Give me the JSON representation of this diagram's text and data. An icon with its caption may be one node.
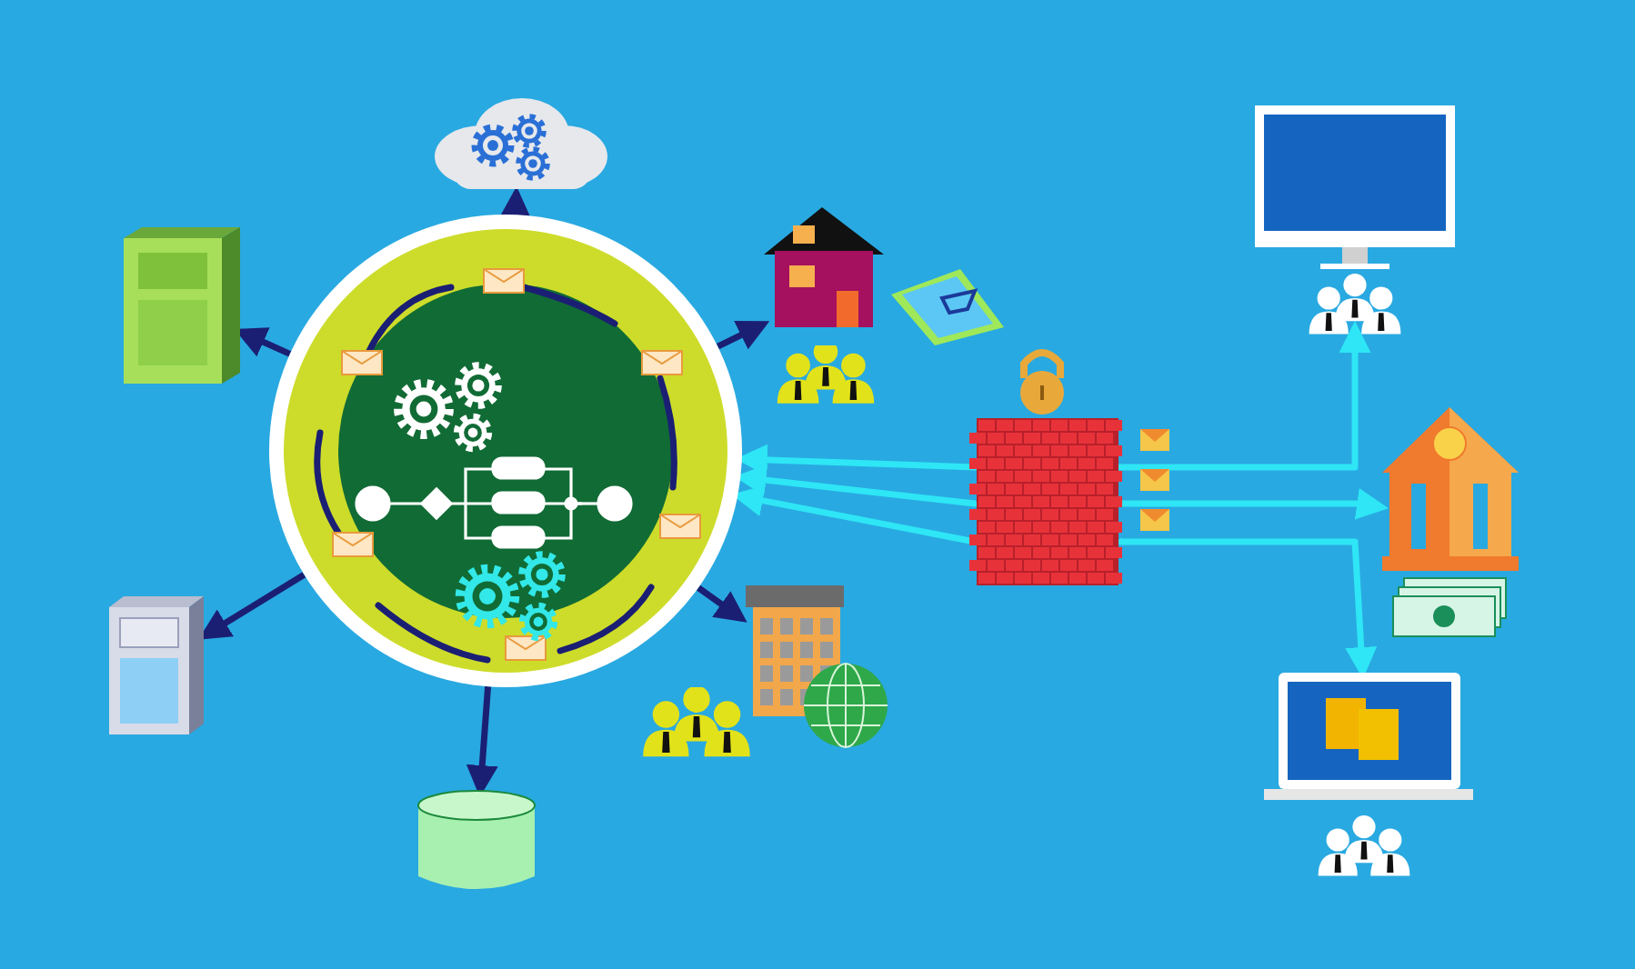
{
  "diagram": {
    "nodes": [
      {
        "text": [],
        "shape": "circle"
      },
      {
        "text": [],
        "shape": "cloud"
      },
      {
        "text": [],
        "shape": "picture"
      },
      {
        "text": [],
        "shape": "picture"
      },
      {
        "text": [],
        "shape": "cylinder"
      },
      {
        "text": [],
        "shape": "picture"
      },
      {
        "text": [],
        "shape": "picture"
      },
      {
        "text": [],
        "shape": "picture"
      },
      {
        "text": [],
        "shape": "picture"
      },
      {
        "text": [],
        "shape": "picture"
      },
      {
        "text": [],
        "shape": "picture"
      }
    ],
    "edges": [
      {
        "from": 0,
        "to": 1,
        "arrow": "to"
      },
      {
        "from": 0,
        "to": 2,
        "arrow": "to"
      },
      {
        "from": 0,
        "to": 3,
        "arrow": "to"
      },
      {
        "from": 0,
        "to": 4,
        "arrow": "to"
      },
      {
        "from": 0,
        "to": 5,
        "arrow": "to"
      },
      {
        "from": 0,
        "to": 6,
        "arrow": "to"
      },
      {
        "from": 10,
        "to": 0,
        "arrow": "to",
        "color": "#2ee6f5"
      },
      {
        "from": 10,
        "to": 0,
        "arrow": "to",
        "color": "#2ee6f5"
      },
      {
        "from": 10,
        "to": 0,
        "arrow": "to",
        "color": "#2ee6f5"
      },
      {
        "from": 10,
        "to": 7,
        "arrow": "to",
        "color": "#2ee6f5"
      },
      {
        "from": 10,
        "to": 8,
        "arrow": "to",
        "color": "#2ee6f5"
      },
      {
        "from": 10,
        "to": 9,
        "arrow": "to",
        "color": "#2ee6f5"
      }
    ]
  }
}
